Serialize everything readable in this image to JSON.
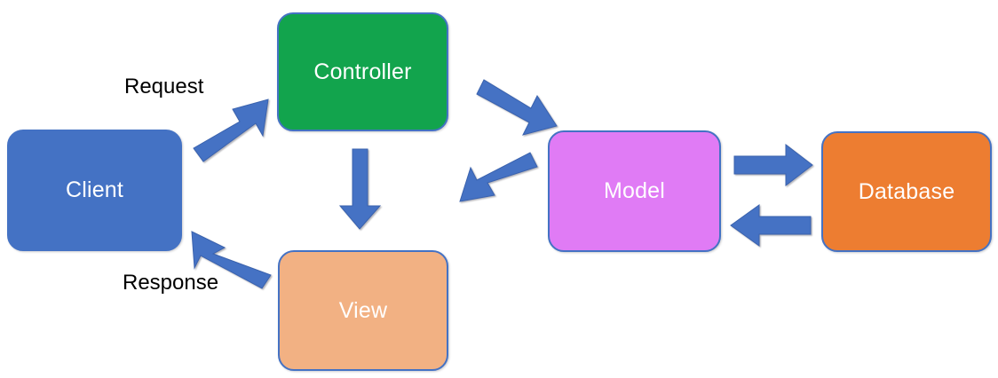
{
  "diagram": {
    "title": "MVC request/response flow with database",
    "background": "#ffffff",
    "nodes": [
      {
        "id": "client",
        "label": "Client",
        "fill": "#4472C4",
        "stroke": "#4472C4",
        "text_color": "#FFFFFF"
      },
      {
        "id": "controller",
        "label": "Controller",
        "fill": "#12A44D",
        "stroke": "#4472C4",
        "text_color": "#FFFFFF"
      },
      {
        "id": "view",
        "label": "View",
        "fill": "#F2B183",
        "stroke": "#4472C4",
        "text_color": "#FFFFFF"
      },
      {
        "id": "model",
        "label": "Model",
        "fill": "#E07BF5",
        "stroke": "#4472C4",
        "text_color": "#FFFFFF"
      },
      {
        "id": "database",
        "label": "Database",
        "fill": "#ED7D31",
        "stroke": "#4472C4",
        "text_color": "#FFFFFF"
      }
    ],
    "edge_labels": [
      {
        "id": "request",
        "text": "Request",
        "color": "#000000"
      },
      {
        "id": "response",
        "text": "Response",
        "color": "#000000"
      }
    ],
    "arrows": [
      {
        "id": "client-to-controller",
        "from": "client",
        "to": "controller",
        "label": "Request",
        "direction": "up-right",
        "color": "#4472C4"
      },
      {
        "id": "controller-to-view",
        "from": "controller",
        "to": "view",
        "label": "",
        "direction": "down",
        "color": "#4472C4"
      },
      {
        "id": "view-to-client",
        "from": "view",
        "to": "client",
        "label": "Response",
        "direction": "up-left",
        "color": "#4472C4"
      },
      {
        "id": "controller-to-model",
        "from": "controller",
        "to": "model",
        "label": "",
        "direction": "down-right",
        "color": "#4472C4"
      },
      {
        "id": "model-to-controller",
        "from": "model",
        "to": "controller",
        "label": "",
        "direction": "up-left",
        "color": "#4472C4"
      },
      {
        "id": "model-to-database",
        "from": "model",
        "to": "database",
        "label": "",
        "direction": "right",
        "color": "#4472C4"
      },
      {
        "id": "database-to-model",
        "from": "database",
        "to": "model",
        "label": "",
        "direction": "left",
        "color": "#4472C4"
      }
    ]
  }
}
